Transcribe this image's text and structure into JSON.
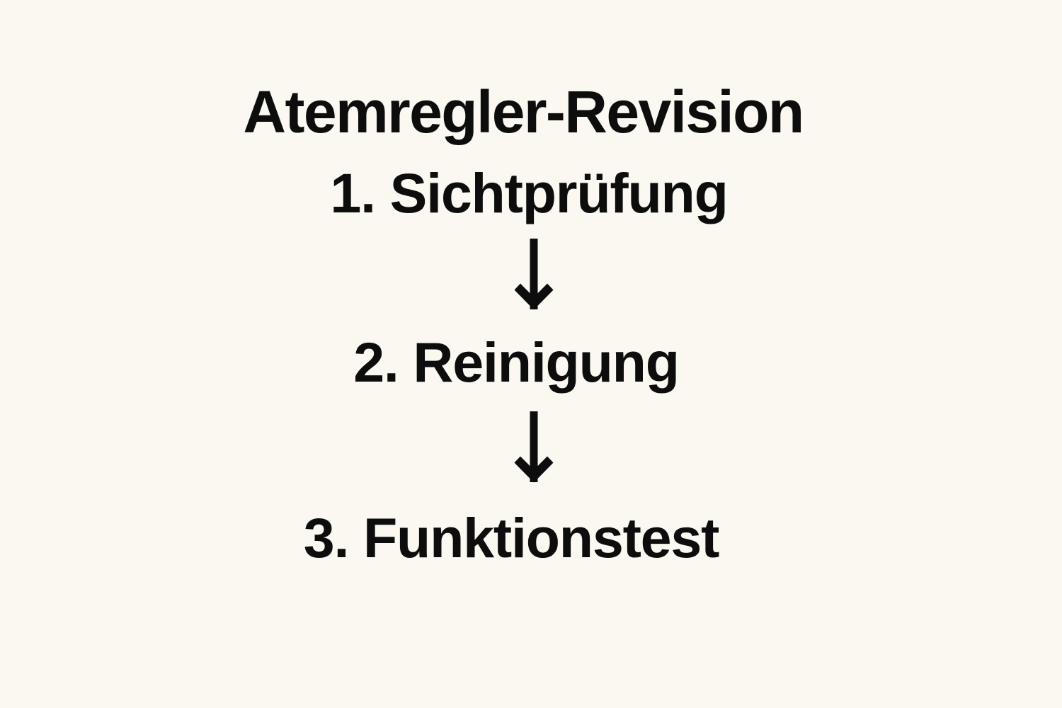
{
  "page": {
    "background_color": "#faf8f1",
    "text_color": "#0d0d0d",
    "title": "Atemregler-Revision"
  },
  "flow": {
    "arrow_icon_glyph": "↓",
    "steps": [
      {
        "number": "1.",
        "label": "Sichtprüfung",
        "full": "1. Sichtprüfung"
      },
      {
        "number": "2.",
        "label": "Reinigung",
        "full": "2. Reinigung"
      },
      {
        "number": "3.",
        "label": "Funktionstest",
        "full": "3. Funktionstest"
      }
    ],
    "connectors": [
      {
        "name": "arrow-down",
        "from": "1. Sichtprüfung",
        "to": "2. Reinigung"
      },
      {
        "name": "arrow-down",
        "from": "2. Reinigung",
        "to": "3. Funktionstest"
      }
    ]
  }
}
